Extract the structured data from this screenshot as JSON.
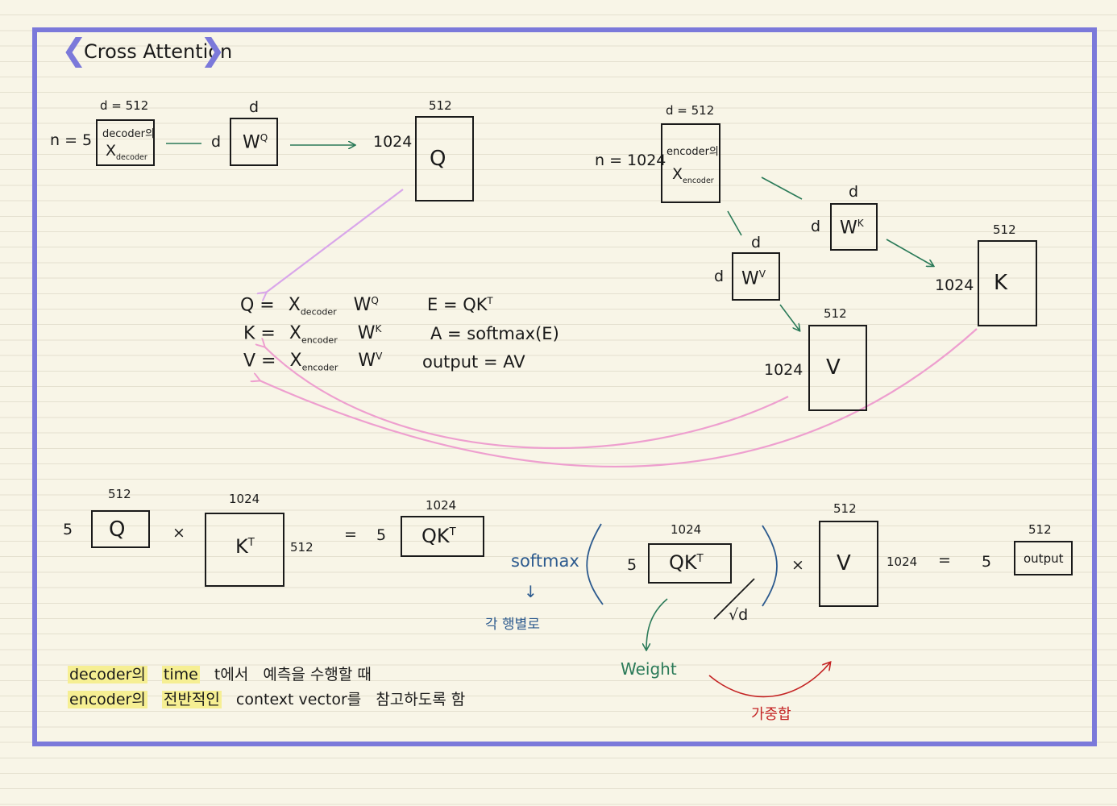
{
  "title": "Cross Attention",
  "top_left": {
    "d_eq_512": "d = 512",
    "n_eq_5": "n = 5",
    "x_decoder_line1": "decoder의",
    "x_decoder_line2": "X",
    "x_decoder_sub": "decoder",
    "d_row": "d",
    "d_col": "d",
    "wq": "W",
    "wq_sup": "Q",
    "q_rows": "1024",
    "q_cols": "512",
    "q_label": "Q"
  },
  "top_right": {
    "d_eq_512": "d = 512",
    "n_eq_1024": "n = 1024",
    "x_encoder_line1": "encoder의",
    "x_encoder_line2": "X",
    "x_encoder_sub": "encoder",
    "wk_d_col": "d",
    "wk_d_row": "d",
    "wk": "W",
    "wk_sup": "K",
    "k_rows": "1024",
    "k_cols": "512",
    "k_label": "K",
    "wv_d_col": "d",
    "wv_d_row": "d",
    "wv": "W",
    "wv_sup": "V",
    "v_rows": "1024",
    "v_cols": "512",
    "v_label": "V"
  },
  "equations": {
    "q_lhs": "Q =",
    "q_x": "X",
    "q_sub": "decoder",
    "q_w": "W",
    "q_sup": "Q",
    "k_lhs": "K =",
    "k_x": "X",
    "k_sub": "encoder",
    "k_w": "W",
    "k_sup": "K",
    "v_lhs": "V =",
    "v_x": "X",
    "v_sub": "encoder",
    "v_w": "W",
    "v_sup": "V",
    "e_eq": "E = QK",
    "e_sup": "T",
    "a_eq": "A = softmax(E)",
    "out_eq": "output = AV"
  },
  "bottom": {
    "q_rows": "5",
    "q_cols": "512",
    "q_label": "Q",
    "times1": "×",
    "kt_cols": "1024",
    "kt_rows": "512",
    "kt_label": "K",
    "kt_sup": "T",
    "eq1": "=",
    "qkt_rows": "5",
    "qkt_cols": "1024",
    "qkt_label": "QK",
    "qkt_sup": "T",
    "softmax": "softmax",
    "softmax_note": "각 행별로",
    "arrow_down": "↓",
    "paren_rows": "5",
    "paren_cols": "1024",
    "paren_label": "QK",
    "paren_sup": "T",
    "sqrt_d": "√d",
    "times2": "×",
    "v_cols": "512",
    "v_rows": "1024",
    "v_label": "V",
    "eq2": "=",
    "out_rows": "5",
    "out_cols": "512",
    "out_label": "output",
    "weight": "Weight",
    "weighted_sum": "가중합"
  },
  "notes": {
    "line1_parts": [
      "decoder의",
      "time",
      "t에서",
      "예측을 수행할 때"
    ],
    "line2_parts": [
      "encoder의",
      "전반적인",
      "context vector를",
      "참고하도록 함"
    ]
  },
  "colors": {
    "frame": "#7b79da",
    "title_brackets": "#7b79da",
    "green_arrow": "#2a7a58",
    "pink_arrow": "#ee9fcf",
    "violet_arrow": "#d9a6ea",
    "blue_text": "#2c5a8e",
    "red_text": "#c42424",
    "highlight": "#f6ef93"
  }
}
